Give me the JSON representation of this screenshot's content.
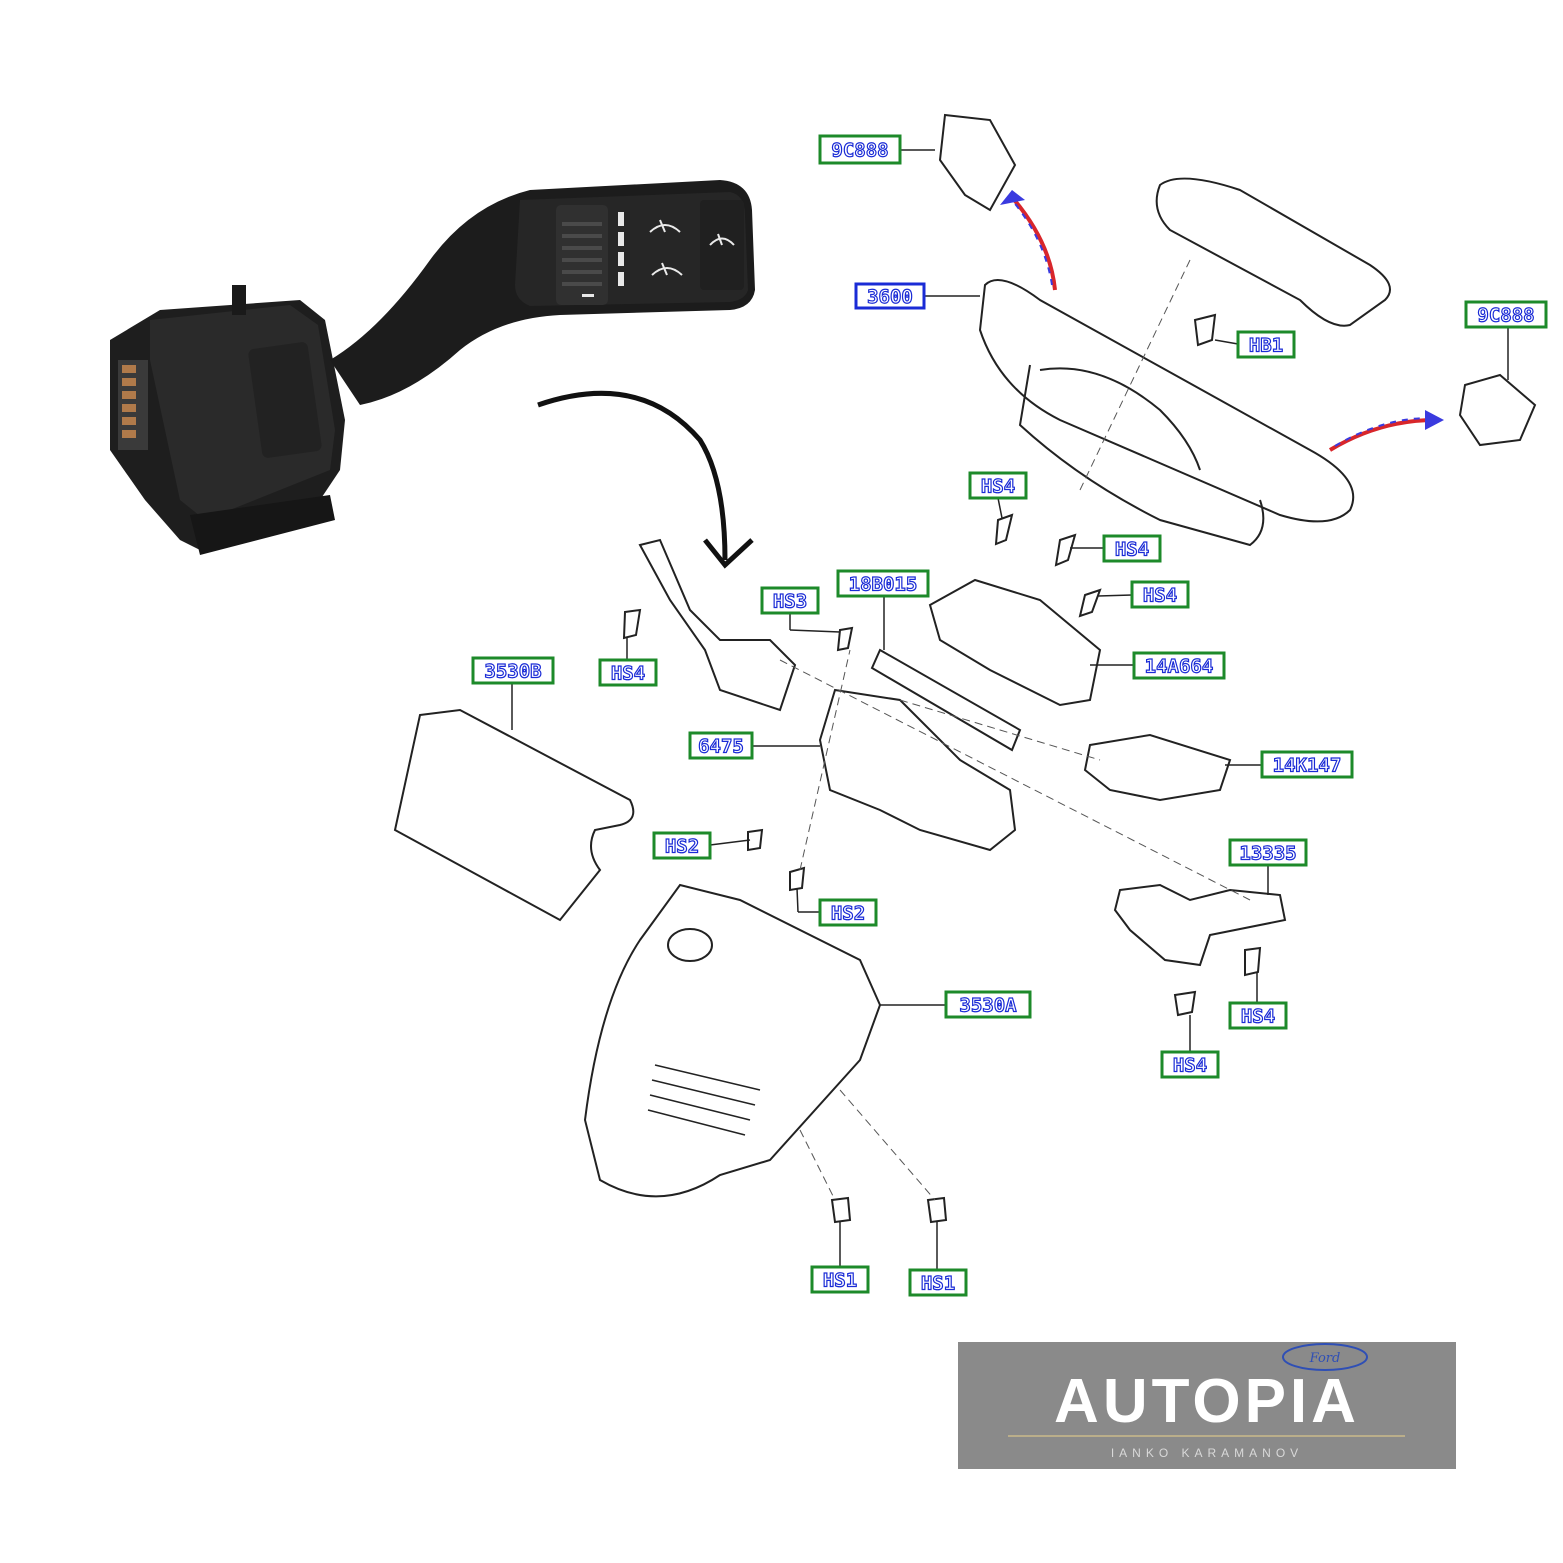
{
  "callouts": [
    {
      "id": "c-9c888-top",
      "text": "9C888",
      "frame": "green"
    },
    {
      "id": "c-3600",
      "text": "3600",
      "frame": "blue"
    },
    {
      "id": "c-hb1",
      "text": "HB1",
      "frame": "green"
    },
    {
      "id": "c-9c888-right",
      "text": "9C888",
      "frame": "green"
    },
    {
      "id": "c-hs4-a",
      "text": "HS4",
      "frame": "green"
    },
    {
      "id": "c-hs4-b",
      "text": "HS4",
      "frame": "green"
    },
    {
      "id": "c-hs4-c",
      "text": "HS4",
      "frame": "green"
    },
    {
      "id": "c-18b015",
      "text": "18B015",
      "frame": "green"
    },
    {
      "id": "c-hs3",
      "text": "HS3",
      "frame": "green"
    },
    {
      "id": "c-14a664",
      "text": "14A664",
      "frame": "green"
    },
    {
      "id": "c-hs4-d",
      "text": "HS4",
      "frame": "green"
    },
    {
      "id": "c-3530b",
      "text": "3530B",
      "frame": "green"
    },
    {
      "id": "c-6475",
      "text": "6475",
      "frame": "green"
    },
    {
      "id": "c-14k147",
      "text": "14K147",
      "frame": "green"
    },
    {
      "id": "c-hs2-a",
      "text": "HS2",
      "frame": "green"
    },
    {
      "id": "c-13335",
      "text": "13335",
      "frame": "green"
    },
    {
      "id": "c-hs2-b",
      "text": "HS2",
      "frame": "green"
    },
    {
      "id": "c-3530a",
      "text": "3530A",
      "frame": "green"
    },
    {
      "id": "c-hs4-e",
      "text": "HS4",
      "frame": "green"
    },
    {
      "id": "c-hs4-f",
      "text": "HS4",
      "frame": "green"
    },
    {
      "id": "c-hs1-a",
      "text": "HS1",
      "frame": "green"
    },
    {
      "id": "c-hs1-b",
      "text": "HS1",
      "frame": "green"
    }
  ],
  "logo": {
    "brand": "AUTOPIA",
    "subtitle": "IANKO KARAMANOV",
    "oval_badge": "Ford"
  },
  "colors": {
    "callout_text": "#1a2bd6",
    "callout_green": "#1d8a2a",
    "callout_blue": "#1a2bd6",
    "arrow_red": "#d8262b",
    "arrow_blue": "#3a3adf",
    "logo_bg": "#8a8a8a"
  },
  "icons": {
    "stalk_buttons": [
      "wiper-front-icon",
      "wiper-rear-icon",
      "wiper-wash-icon"
    ]
  }
}
